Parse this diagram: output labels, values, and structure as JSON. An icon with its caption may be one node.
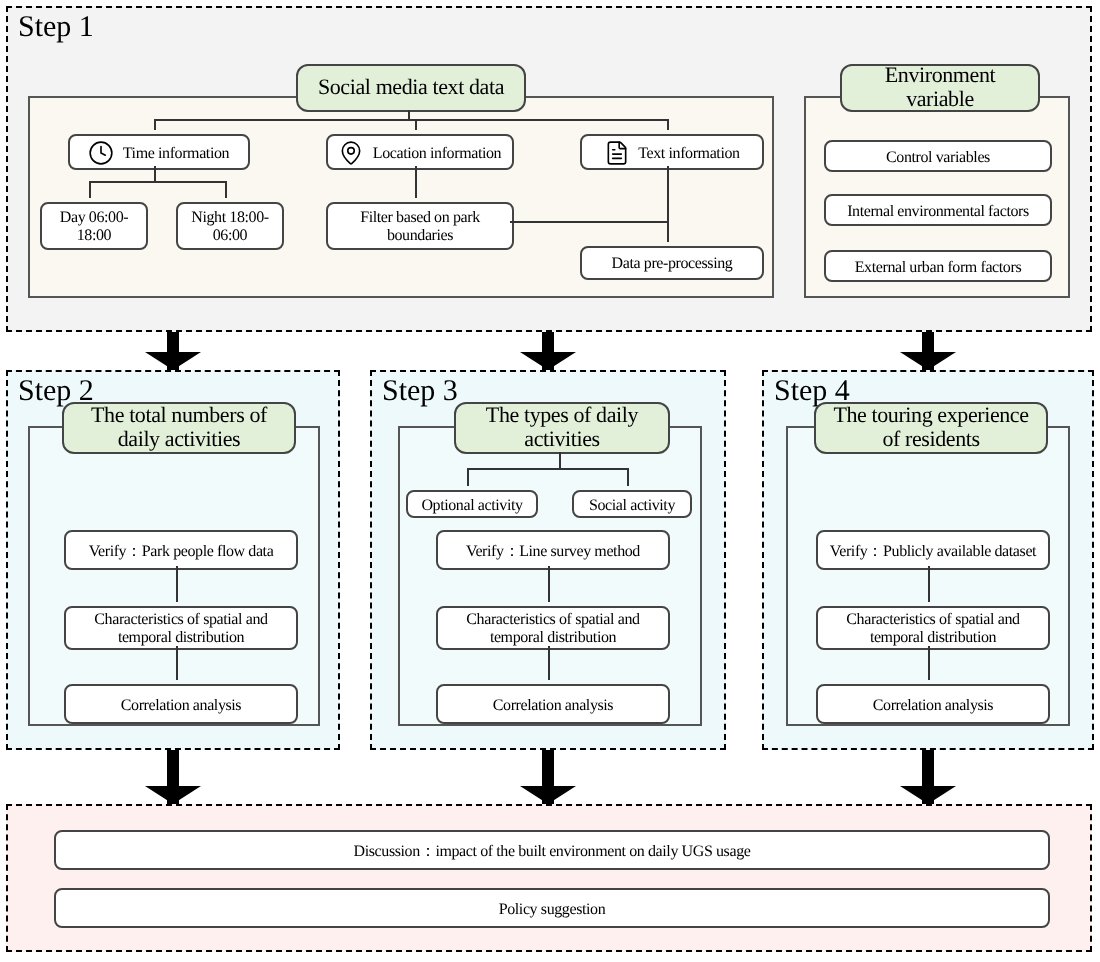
{
  "diagram": {
    "nodes": [
      {
        "text": [
          "Step 1"
        ]
      },
      {
        "text": [],
        "shape": "box",
        "in": 0
      },
      {
        "text": [
          "Social media text data"
        ],
        "in": 0
      },
      {
        "text": [
          "Time information"
        ],
        "in": 1
      },
      {
        "text": [
          "Location information"
        ],
        "in": 1
      },
      {
        "text": [
          "Text information"
        ],
        "in": 1
      },
      {
        "text": [
          "Day 06:00-18:00"
        ],
        "in": 1
      },
      {
        "text": [
          "Night 18:00-06:00"
        ],
        "in": 1
      },
      {
        "text": [
          "Filter based on park boundaries"
        ],
        "in": 1
      },
      {
        "text": [
          "Data pre-processing"
        ],
        "in": 1
      },
      {
        "text": [],
        "shape": "box",
        "in": 0
      },
      {
        "text": [
          "Environment variable"
        ],
        "in": 0
      },
      {
        "text": [
          "Control variables"
        ],
        "in": 10
      },
      {
        "text": [
          "Internal environmental factors"
        ],
        "in": 10
      },
      {
        "text": [
          "External urban form factors"
        ],
        "in": 10
      },
      {
        "text": [
          "Step 2"
        ]
      },
      {
        "text": [],
        "shape": "box",
        "in": 15
      },
      {
        "text": [
          "The total numbers of daily activities"
        ],
        "in": 15
      },
      {
        "text": [
          "Verify：Park people flow data"
        ],
        "in": 16
      },
      {
        "text": [
          "Characteristics of  spatial and temporal distribution"
        ],
        "in": 16
      },
      {
        "text": [
          "Correlation analysis"
        ],
        "in": 16
      },
      {
        "text": [
          "Step 3"
        ]
      },
      {
        "text": [],
        "shape": "box",
        "in": 21
      },
      {
        "text": [
          "The types of daily activities"
        ],
        "in": 21
      },
      {
        "text": [
          "Optional activity"
        ],
        "in": 22
      },
      {
        "text": [
          "Social activity"
        ],
        "in": 22
      },
      {
        "text": [
          "Verify：Line survey method"
        ],
        "in": 22
      },
      {
        "text": [
          "Characteristics of  spatial and temporal distribution"
        ],
        "in": 22
      },
      {
        "text": [
          "Correlation analysis"
        ],
        "in": 22
      },
      {
        "text": [
          "Step 4"
        ]
      },
      {
        "text": [],
        "shape": "box",
        "in": 29
      },
      {
        "text": [
          "The touring experience of residents"
        ],
        "in": 29
      },
      {
        "text": [
          "Verify：Publicly available dataset"
        ],
        "in": 30
      },
      {
        "text": [
          "Characteristics of  spatial and temporal distribution"
        ],
        "in": 30
      },
      {
        "text": [
          "Correlation analysis"
        ],
        "in": 30
      },
      {
        "text": [],
        "shape": "box"
      },
      {
        "text": [
          "Discussion：impact of the built environment on daily UGS usage"
        ],
        "in": 35
      },
      {
        "text": [
          "Policy suggestion"
        ],
        "in": 35
      }
    ],
    "edges": [
      {
        "from": 2,
        "to": 3,
        "arrow": "none"
      },
      {
        "from": 2,
        "to": 4,
        "arrow": "none"
      },
      {
        "from": 2,
        "to": 5,
        "arrow": "none"
      },
      {
        "from": 3,
        "to": 6,
        "arrow": "none"
      },
      {
        "from": 3,
        "to": 7,
        "arrow": "none"
      },
      {
        "from": 4,
        "to": 8,
        "arrow": "none"
      },
      {
        "from": 5,
        "to": 9,
        "arrow": "none"
      },
      {
        "from": 8,
        "to": 9,
        "arrow": "none"
      },
      {
        "from": 18,
        "to": 19,
        "arrow": "none"
      },
      {
        "from": 19,
        "to": 20,
        "arrow": "none"
      },
      {
        "from": 23,
        "to": 24,
        "arrow": "none"
      },
      {
        "from": 23,
        "to": 25,
        "arrow": "none"
      },
      {
        "from": 26,
        "to": 27,
        "arrow": "none"
      },
      {
        "from": 27,
        "to": 28,
        "arrow": "none"
      },
      {
        "from": 32,
        "to": 33,
        "arrow": "none"
      },
      {
        "from": 33,
        "to": 34,
        "arrow": "none"
      },
      {
        "from": 0,
        "to": 15,
        "arrow": "to",
        "style": "thick"
      },
      {
        "from": 0,
        "to": 21,
        "arrow": "to",
        "style": "thick"
      },
      {
        "from": 0,
        "to": 29,
        "arrow": "to",
        "style": "thick"
      },
      {
        "from": 15,
        "to": 35,
        "arrow": "to",
        "style": "thick"
      },
      {
        "from": 21,
        "to": 35,
        "arrow": "to",
        "style": "thick"
      },
      {
        "from": 29,
        "to": 35,
        "arrow": "to",
        "style": "thick"
      }
    ]
  }
}
